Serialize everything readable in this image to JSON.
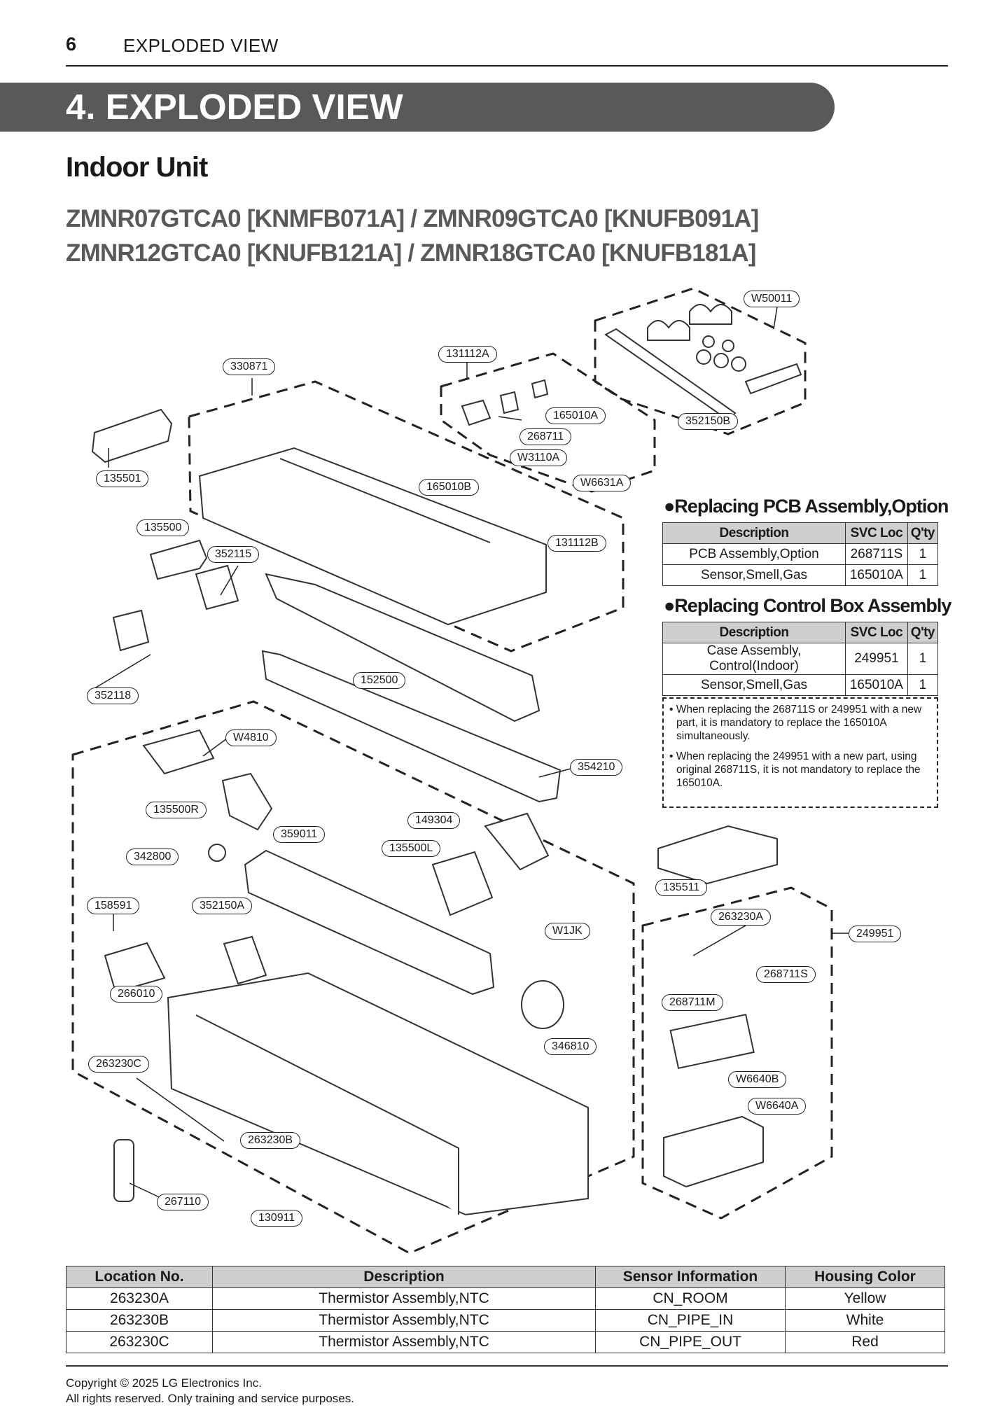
{
  "header": {
    "page_number": "6",
    "title": "EXPLODED VIEW"
  },
  "section": {
    "title": "4. EXPLODED VIEW",
    "subtitle": "Indoor Unit"
  },
  "models": [
    "ZMNR07GTCA0 [KNMFB071A] / ZMNR09GTCA0 [KNUFB091A]",
    "ZMNR12GTCA0 [KNUFB121A] / ZMNR18GTCA0 [KNUFB181A]"
  ],
  "callouts": [
    "W50011",
    "131112A",
    "330871",
    "165010A",
    "268711",
    "352150B",
    "W3110A",
    "135501",
    "165010B",
    "W6631A",
    "135500",
    "131112B",
    "352115",
    "352118",
    "152500",
    "W4810",
    "354210",
    "135500R",
    "149304",
    "359011",
    "342800",
    "135500L",
    "135511",
    "158591",
    "352150A",
    "W1JK",
    "263230A",
    "249951",
    "268711S",
    "266010",
    "268711M",
    "346810",
    "263230C",
    "W6640B",
    "W6640A",
    "263230B",
    "267110",
    "130911"
  ],
  "pcb_option": {
    "title": "●Replacing PCB Assembly,Option",
    "headers": [
      "Description",
      "SVC Loc",
      "Q'ty"
    ],
    "rows": [
      [
        "PCB Assembly,Option",
        "268711S",
        "1"
      ],
      [
        "Sensor,Smell,Gas",
        "165010A",
        "1"
      ]
    ]
  },
  "control_box": {
    "title": "●Replacing Control Box Assembly",
    "headers": [
      "Description",
      "SVC Loc",
      "Q'ty"
    ],
    "rows": [
      [
        "Case Assembly, Control(Indoor)",
        "249951",
        "1"
      ],
      [
        "Sensor,Smell,Gas",
        "165010A",
        "1"
      ]
    ]
  },
  "notes": [
    "• When replacing the 268711S or 249951 with a new part, it is mandatory to replace the 165010A simultaneously.",
    "• When replacing the 249951 with a new part, using original 268711S, it is not mandatory to replace the 165010A."
  ],
  "sensor_table": {
    "headers": [
      "Location No.",
      "Description",
      "Sensor Information",
      "Housing Color"
    ],
    "rows": [
      [
        "263230A",
        "Thermistor Assembly,NTC",
        "CN_ROOM",
        "Yellow"
      ],
      [
        "263230B",
        "Thermistor Assembly,NTC",
        "CN_PIPE_IN",
        "White"
      ],
      [
        "263230C",
        "Thermistor Assembly,NTC",
        "CN_PIPE_OUT",
        "Red"
      ]
    ]
  },
  "footer": {
    "copyright": "Copyright © 2025 LG Electronics Inc.",
    "rights": "All rights reserved. Only training and service purposes."
  },
  "colors": {
    "banner": "#595959",
    "model_text": "#595959",
    "table_header": "#cfcfcf"
  }
}
